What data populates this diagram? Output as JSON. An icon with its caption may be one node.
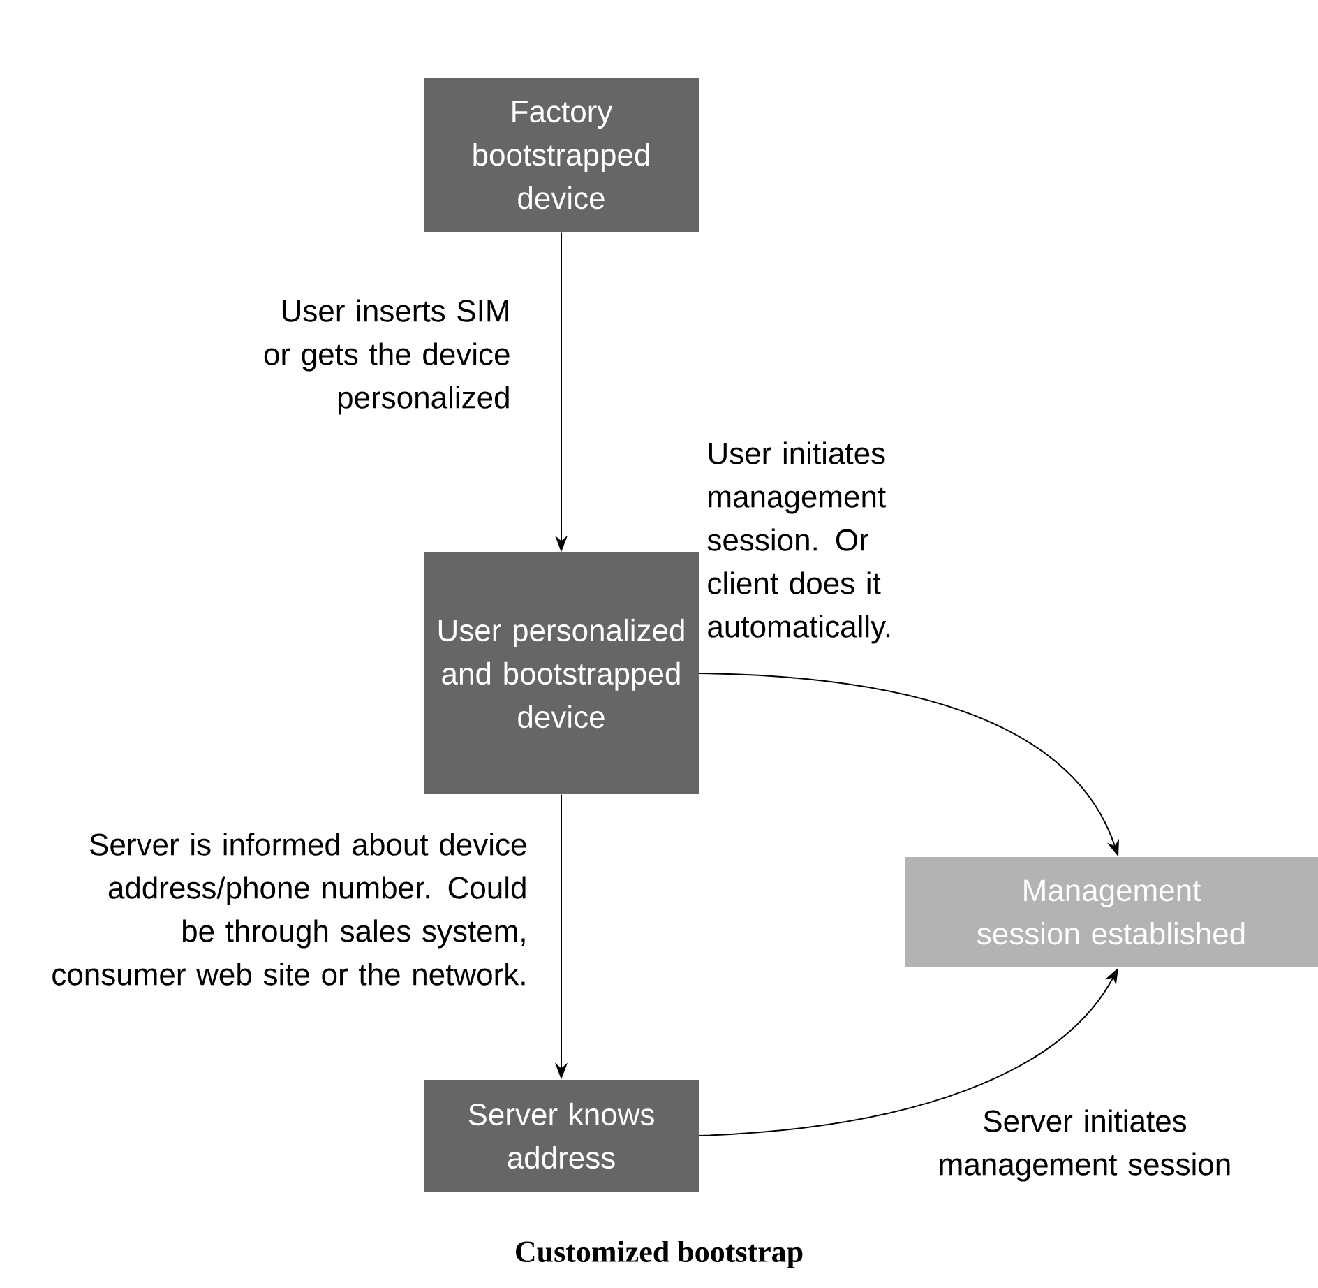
{
  "diagram": {
    "caption": "Customized bootstrap",
    "nodes": [
      {
        "text": [
          "Factory bootstrapped device"
        ]
      },
      {
        "text": [
          "User personalized and bootstrapped device"
        ]
      },
      {
        "text": [
          "Server knows address"
        ]
      },
      {
        "text": [
          "Management session established"
        ]
      }
    ],
    "edges": [
      {
        "from": 0,
        "to": 1,
        "arrow": "to",
        "label": "User inserts SIM or gets the device personalized"
      },
      {
        "from": 1,
        "to": 2,
        "arrow": "to",
        "label": "Server is informed about device address/phone number. Could be through sales system, consumer web site or the network."
      },
      {
        "from": 1,
        "to": 3,
        "arrow": "to",
        "label": "User initiates management session. Or client does it automatically."
      },
      {
        "from": 2,
        "to": 3,
        "arrow": "to",
        "label": "Server initiates management session"
      }
    ]
  }
}
